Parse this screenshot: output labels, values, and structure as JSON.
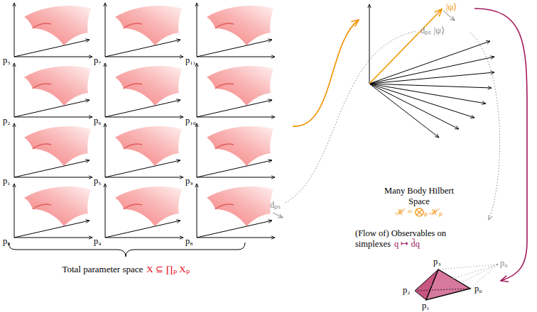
{
  "diagram": {
    "labels": [
      "p₃",
      "p₇",
      "p₁₁",
      "p₂",
      "p₆",
      "p₁₀",
      "p₁",
      "p₅",
      "p₉",
      "p₀",
      "p₄",
      "p₈",
      "dₚₛ",
      "Total parameter space",
      "X ⊆ ∏ₚ Xₚ",
      "|ψ⟩",
      "dₚₛ |ψ⟩",
      "Many Body Hilbert Space",
      "ℋ = ⨂ₚ ℋₚ",
      "(Flow of) Observables on simplexes",
      "q ↦ d̃q",
      "p₃",
      "p₈",
      "p₂",
      "p₀",
      "p₁"
    ]
  }
}
